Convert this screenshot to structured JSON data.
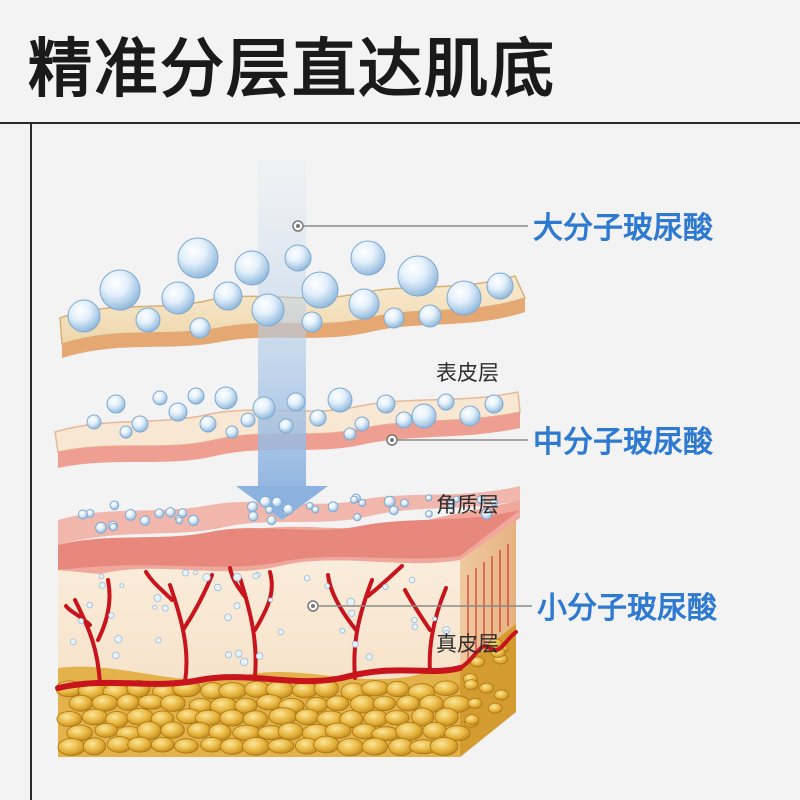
{
  "title": "精准分层直达肌底",
  "labels": {
    "large_ha": "大分子玻尿酸",
    "medium_ha": "中分子玻尿酸",
    "small_ha": "小分子玻尿酸",
    "epidermis": "表皮层",
    "stratum_corneum": "角质层",
    "dermis": "真皮层"
  },
  "colors": {
    "accent_blue": "#2f7ad1",
    "vessel_red": "#c8141c",
    "fat_gold": "#e3b23a",
    "skin_pink": "#e88a82",
    "skin_cream": "#f7e6c6"
  }
}
